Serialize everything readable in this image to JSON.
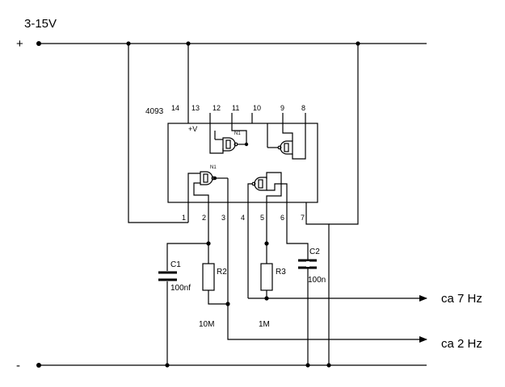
{
  "supply": {
    "voltage_label": "3-15V",
    "plus_label": "+",
    "minus_label": "-"
  },
  "ic": {
    "part": "4093",
    "vcc_label": "+V",
    "gate_label": "N1",
    "pins": {
      "p1": "1",
      "p2": "2",
      "p3": "3",
      "p4": "4",
      "p5": "5",
      "p6": "6",
      "p7": "7",
      "p8": "8",
      "p9": "9",
      "p10": "10",
      "p11": "11",
      "p12": "12",
      "p13": "13",
      "p14": "14"
    }
  },
  "components": {
    "c1": {
      "name": "C1",
      "value": "100nf"
    },
    "c2": {
      "name": "C2",
      "value": "100n"
    },
    "r2": {
      "name": "R2",
      "value": "10M"
    },
    "r3": {
      "name": "R3",
      "value": "1M"
    }
  },
  "outputs": {
    "out1": "ca 7 Hz",
    "out2": "ca 2 Hz"
  }
}
